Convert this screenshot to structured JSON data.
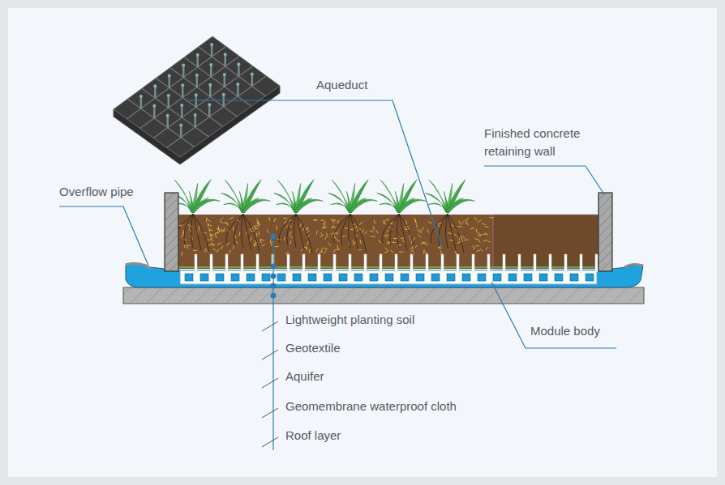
{
  "diagram": {
    "labels": [
      "Aqueduct",
      "Finished concrete retaining wall",
      "Overflow pipe",
      "Lightweight planting soil",
      "Geotextile",
      "Aquifer",
      "Geomembrane waterproof cloth",
      "Roof layer",
      "Module body"
    ]
  }
}
